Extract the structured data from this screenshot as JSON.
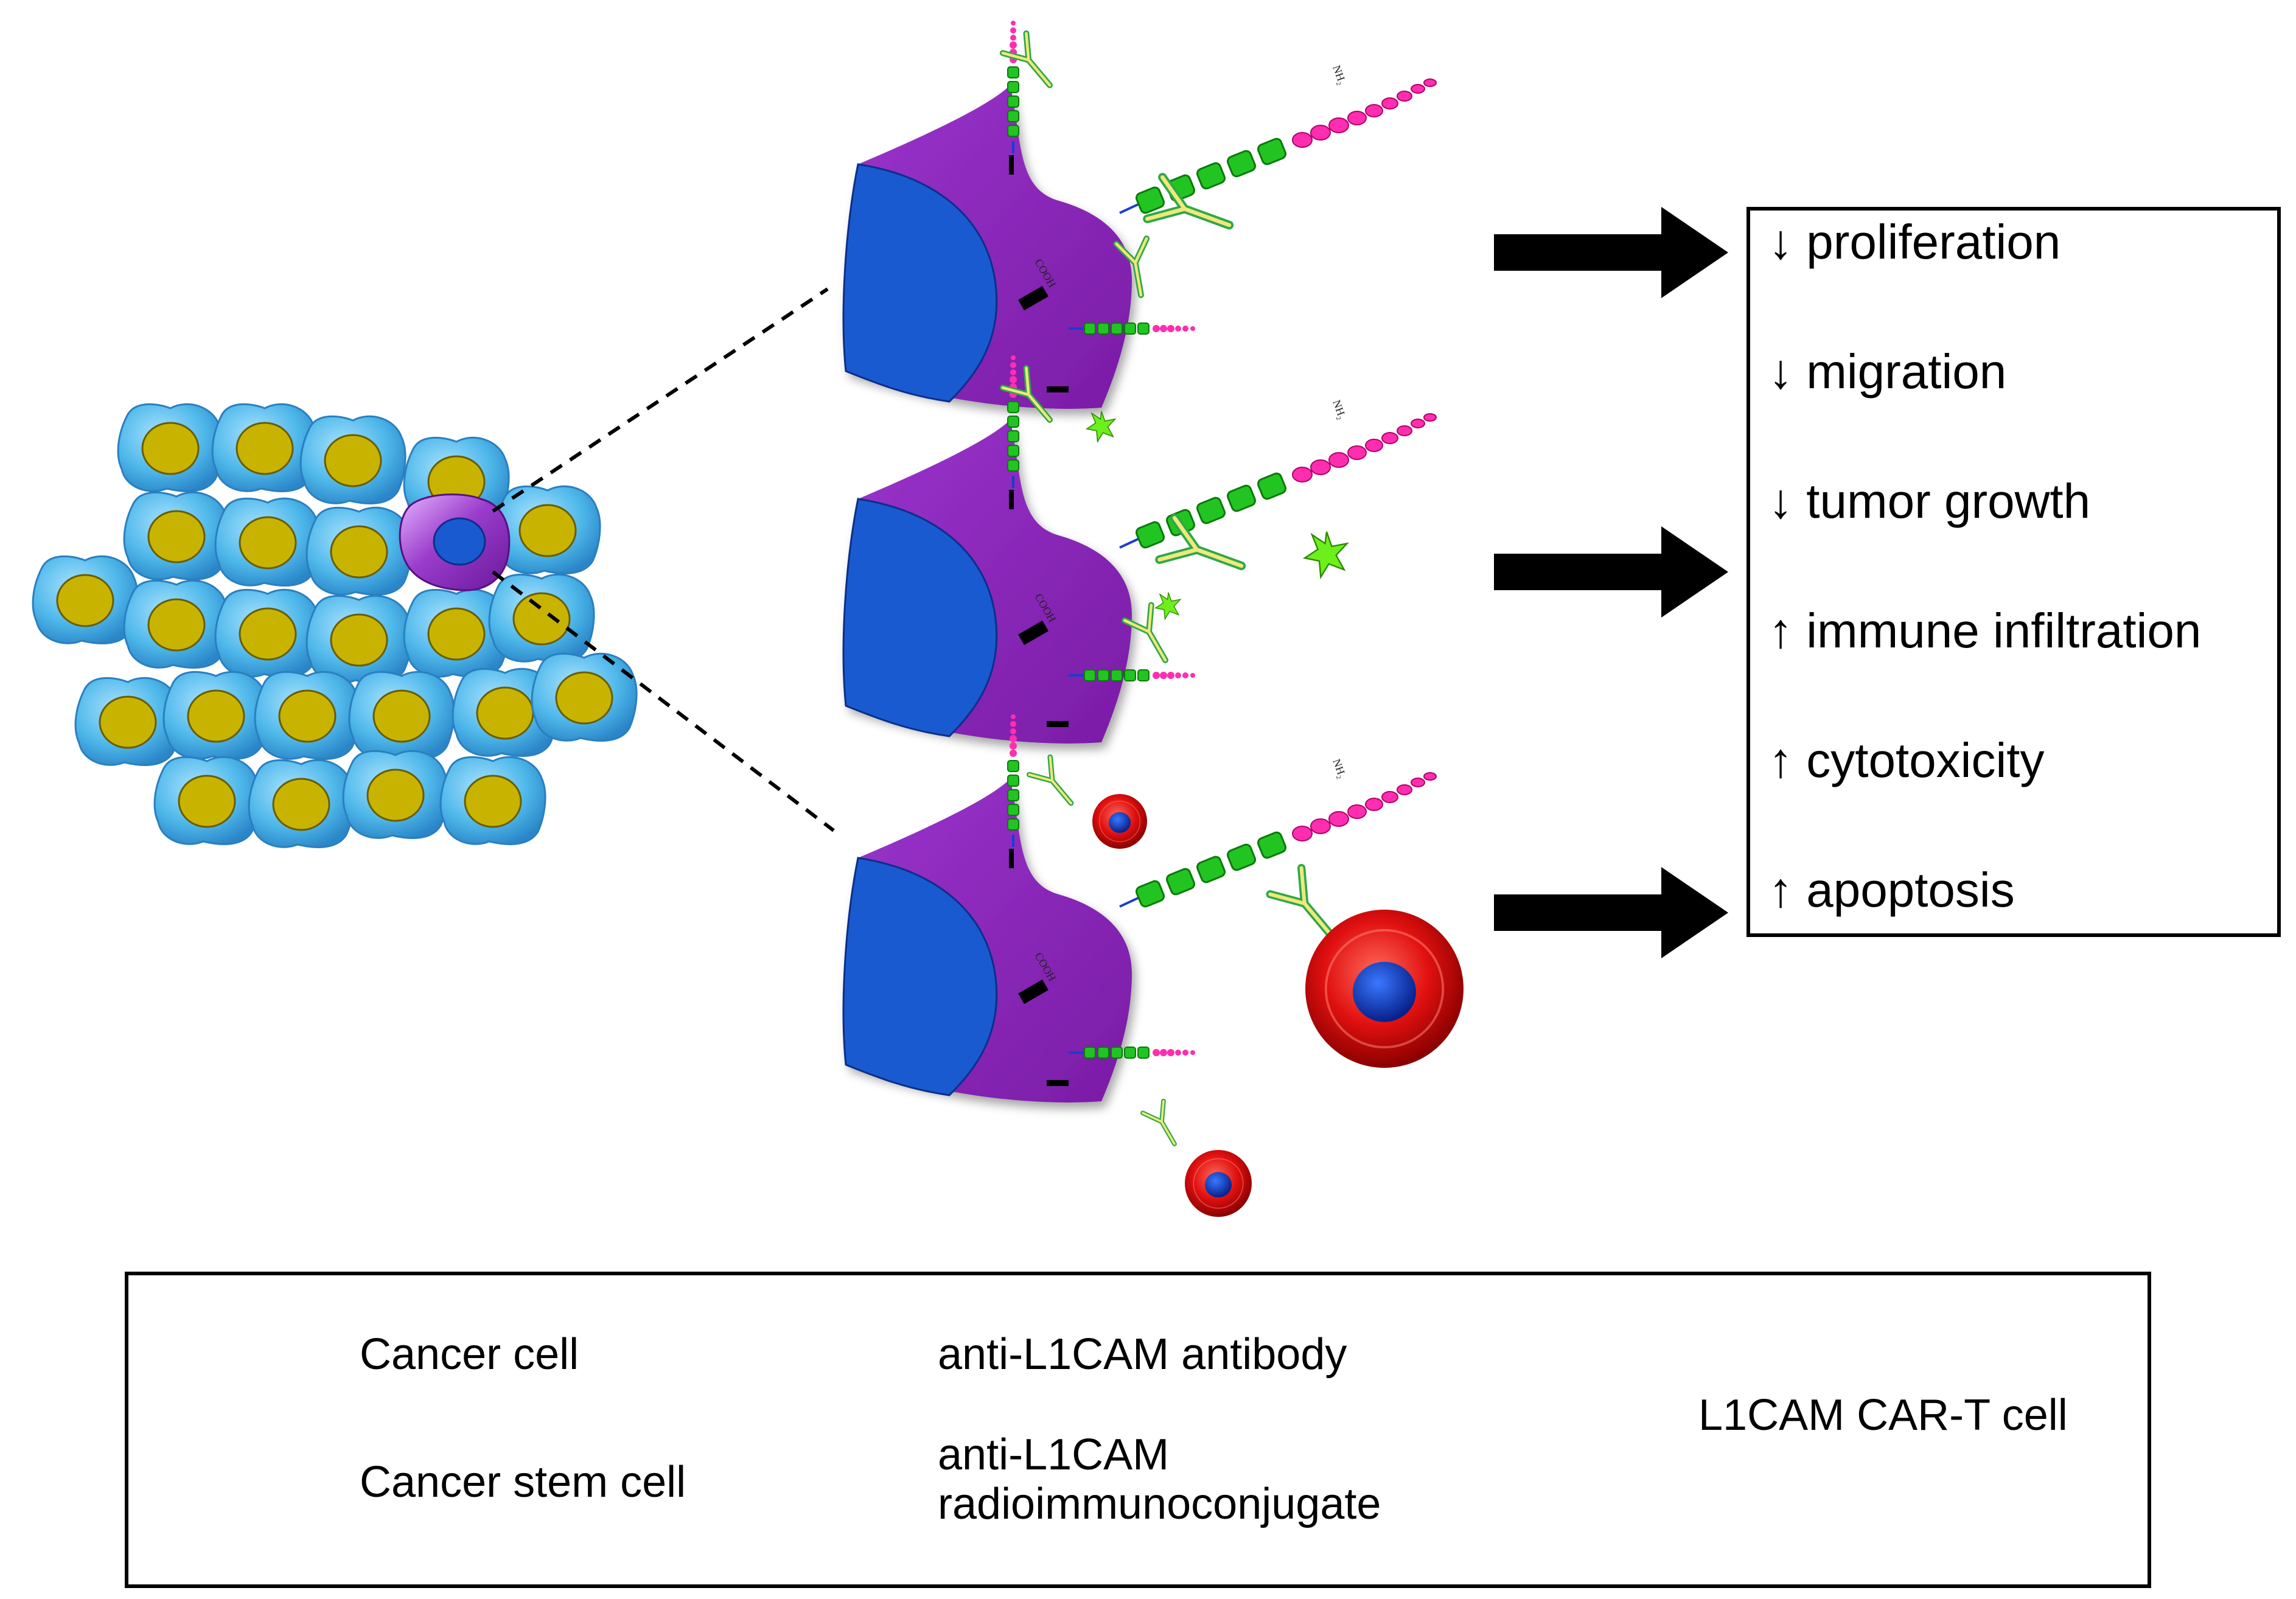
{
  "outcomes": [
    {
      "arrow": "↓",
      "text": "proliferation"
    },
    {
      "arrow": "↓",
      "text": "migration"
    },
    {
      "arrow": "↓",
      "text": "tumor growth"
    },
    {
      "arrow": "↑",
      "text": "immune infiltration"
    },
    {
      "arrow": "↑",
      "text": "cytotoxicity"
    },
    {
      "arrow": "↑",
      "text": "apoptosis"
    }
  ],
  "legend": {
    "cancer_cell": "Cancer cell",
    "cancer_stem_cell": "Cancer stem cell",
    "antibody": "anti-L1CAM antibody",
    "radio_line1": "anti-L1CAM",
    "radio_line2": "radioimmunoconjugate",
    "car_t": "L1CAM CAR-T cell"
  },
  "membrane_labels": {
    "cooh": "COOH",
    "nh2": "NH₂"
  },
  "colors": {
    "cancer_cell": "#4fb8ea",
    "nucleus": "#c8b400",
    "stem_cell": "#8a2db8",
    "stem_nucleus": "#1a4fc4",
    "ig_domain": "#22c422",
    "fn_domain": "#ff2eb0",
    "car_t": "#e01010",
    "isotope_star": "#6cf01c"
  }
}
